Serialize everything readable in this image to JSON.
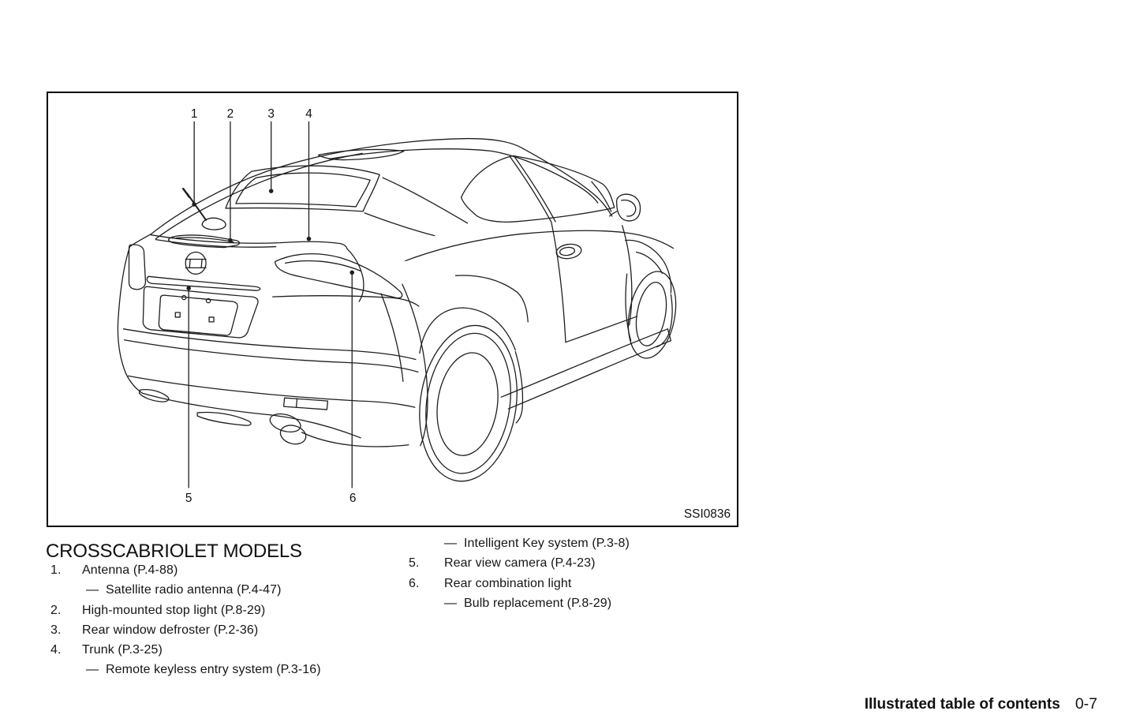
{
  "page": {
    "background": "#ffffff",
    "ink": "#1e1e1e"
  },
  "figure": {
    "image_code": "SSI0836",
    "callouts": [
      "1",
      "2",
      "3",
      "4",
      "5",
      "6"
    ]
  },
  "section": {
    "heading": "CROSSCABRIOLET MODELS",
    "dash": "—",
    "left_items": [
      {
        "num": "1.",
        "text": "Antenna (P.4-88)"
      },
      {
        "sub": "Satellite radio antenna (P.4-47)"
      },
      {
        "num": "2.",
        "text": "High-mounted stop light (P.8-29)"
      },
      {
        "num": "3.",
        "text": "Rear window defroster (P.2-36)"
      },
      {
        "num": "4.",
        "text": "Trunk (P.3-25)"
      },
      {
        "sub": "Remote keyless entry system (P.3-16)"
      }
    ],
    "right_items": [
      {
        "sub": "Intelligent Key system (P.3-8)"
      },
      {
        "num": "5.",
        "text": "Rear view camera (P.4-23)"
      },
      {
        "num": "6.",
        "text": "Rear combination light"
      },
      {
        "sub": "Bulb replacement (P.8-29)"
      }
    ]
  },
  "footer": {
    "title": "Illustrated table of contents",
    "page_number": "0-7"
  }
}
